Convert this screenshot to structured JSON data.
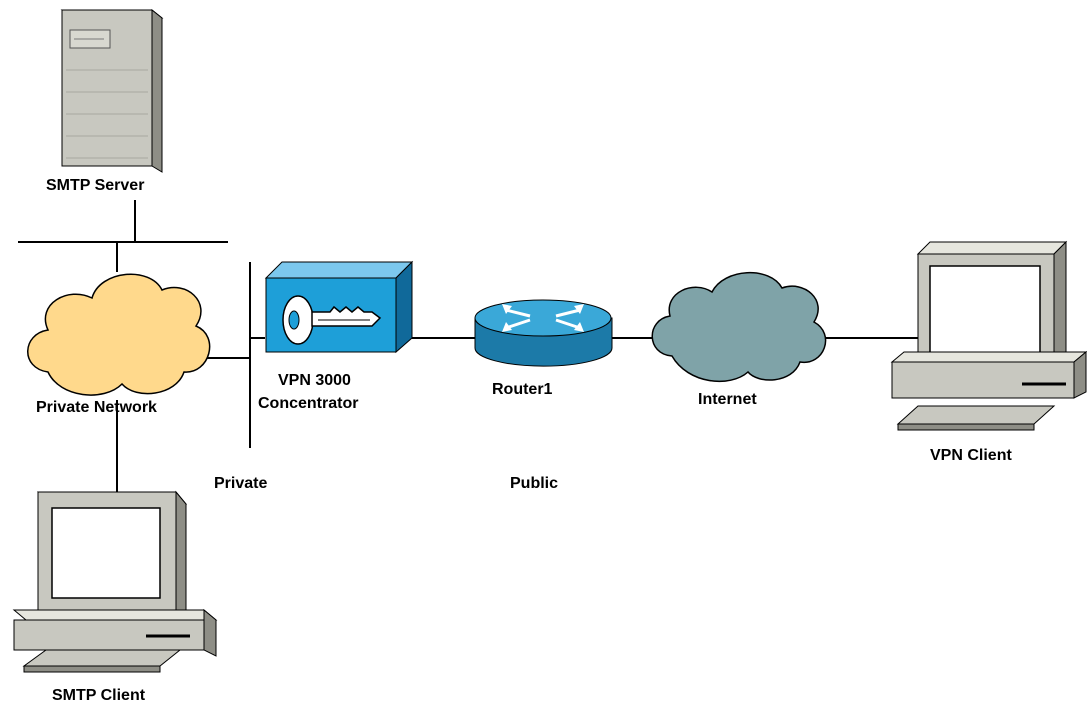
{
  "diagram": {
    "nodes": {
      "smtp_server": {
        "label": "SMTP Server",
        "icon": "server-tower-icon"
      },
      "private_network": {
        "label": "Private Network",
        "icon": "cloud-icon",
        "color": "#ffd98c"
      },
      "smtp_client": {
        "label": "SMTP Client",
        "icon": "workstation-icon"
      },
      "vpn_concentrator": {
        "label_line1": "VPN 3000",
        "label_line2": "Concentrator",
        "icon": "key-icon",
        "color": "#1e9fd8"
      },
      "router1": {
        "label": "Router1",
        "icon": "router-icon",
        "color": "#2a8fb8"
      },
      "internet": {
        "label": "Internet",
        "icon": "cloud-icon",
        "color": "#7fa3a8"
      },
      "vpn_client": {
        "label": "VPN Client",
        "icon": "workstation-icon"
      }
    },
    "segments": {
      "private": "Private",
      "public": "Public"
    },
    "colors": {
      "device_body": "#c8c8c0",
      "screen": "#ffffff",
      "line": "#000000"
    }
  }
}
